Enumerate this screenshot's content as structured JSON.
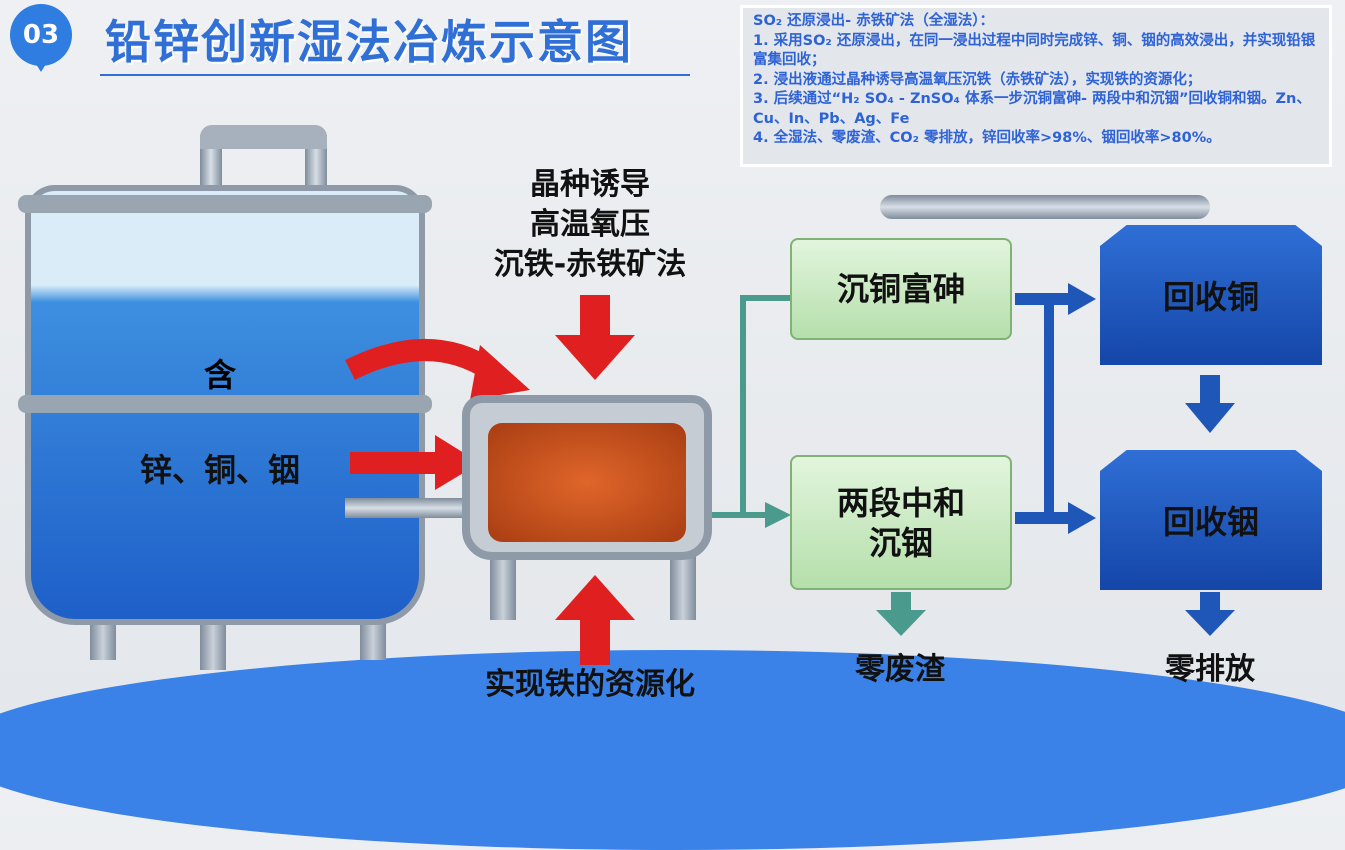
{
  "badge": "03",
  "title": "铅锌创新湿法冶炼示意图",
  "notes": [
    "SO₂ 还原浸出- 赤铁矿法（全湿法）：",
    "1. 采用SO₂ 还原浸出，在同一浸出过程中同时完成锌、铜、铟的高效浸出，并实现铅银富集回收；",
    "2. 浸出液通过晶种诱导高温氧压沉铁（赤铁矿法），实现铁的资源化；",
    "3. 后续通过“H₂ SO₄ - ZnSO₄ 体系一步沉铜富砷- 两段中和沉铟”回收铜和铟。Zn、Cu、In、Pb、Ag、Fe",
    "4. 全湿法、零废渣、CO₂ 零排放，锌回收率>98%、铟回收率>80%。"
  ],
  "tank": {
    "label1": "含",
    "label2": "锌、铜、铟"
  },
  "iron": {
    "top1": "晶种诱导",
    "top2": "高温氧压",
    "top3": "沉铁-赤铁矿法",
    "bottom": "实现铁的资源化"
  },
  "flow": {
    "copper_box": "沉铜富砷",
    "indium_box1": "两段中和",
    "indium_box2": "沉铟",
    "recover_cu": "回收铜",
    "recover_in": "回收铟",
    "zero_waste": "零废渣",
    "zero_emission": "零排放"
  },
  "colors": {
    "accent": "#2f6fd6",
    "green": "#b5dfab",
    "blue": "#1f57b8",
    "red": "#e02020"
  }
}
